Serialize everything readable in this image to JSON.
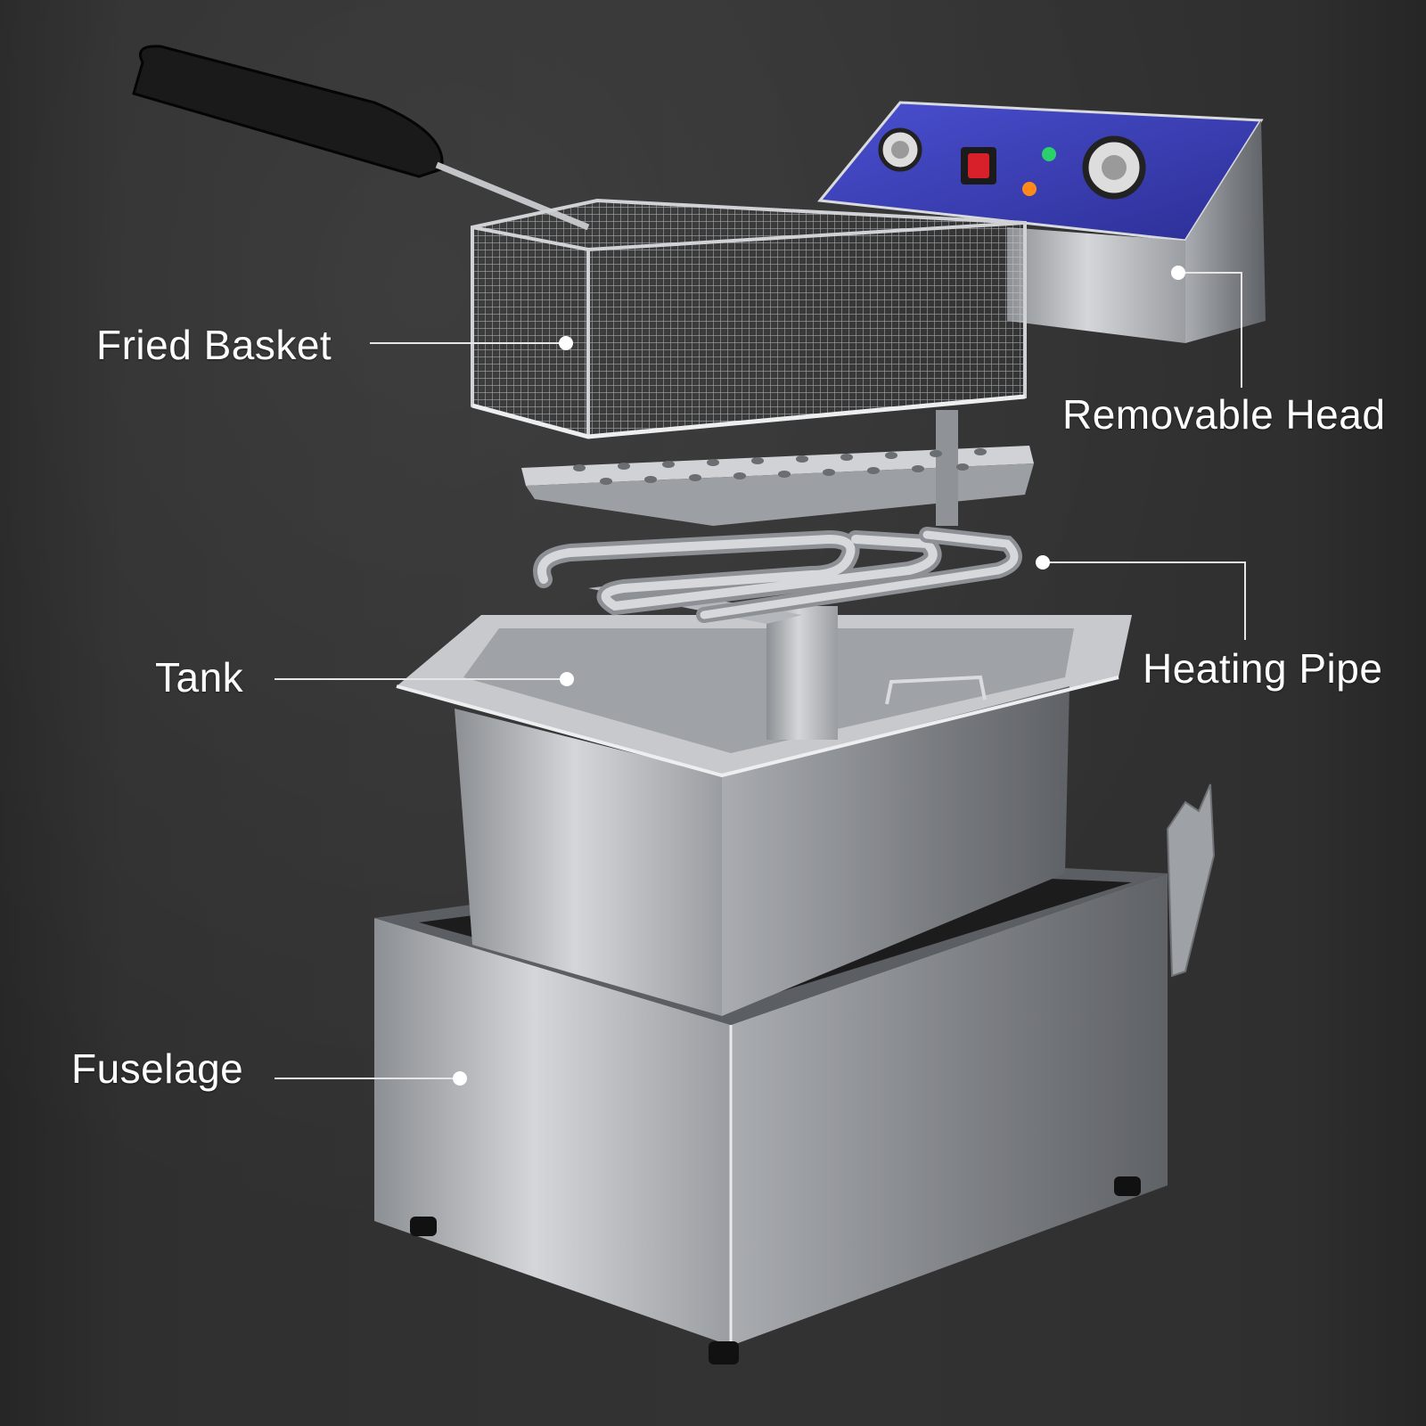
{
  "labels": {
    "fried_basket": "Fried Basket",
    "removable_head": "Removable Head",
    "heating_pipe": "Heating Pipe",
    "tank": "Tank",
    "fuselage": "Fuselage"
  },
  "colors": {
    "background": "#2e2e2e",
    "control_panel": "#3b3fb0",
    "steel": "#b9bcc0",
    "switch_red": "#d8202a",
    "light_green": "#2ad06a",
    "light_orange": "#ff8a1a"
  }
}
